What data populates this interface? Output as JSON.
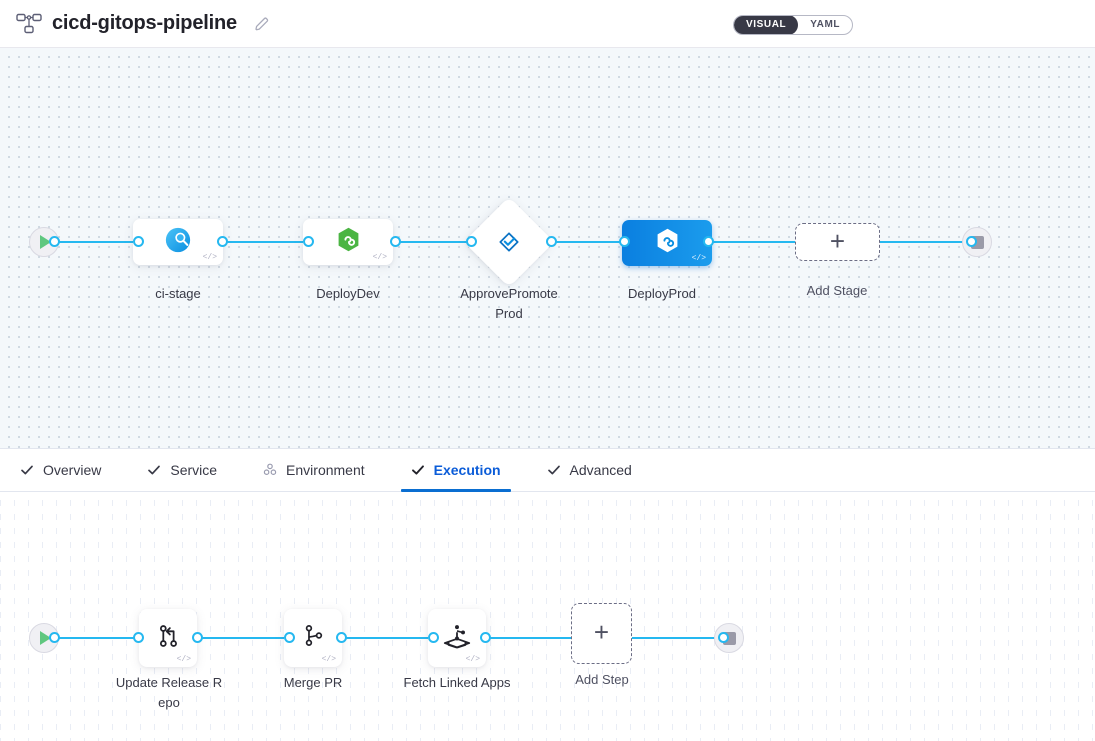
{
  "header": {
    "flow_icon": "pipeline-flow-icon",
    "title": "cicd-gitops-pipeline",
    "edit_icon": "pencil-edit-icon",
    "mode_toggle": {
      "options": [
        {
          "label": "VISUAL",
          "active": true
        },
        {
          "label": "YAML",
          "active": false
        }
      ]
    }
  },
  "stage_graph": {
    "start_node": {
      "icon": "play-icon",
      "name": "pipeline-start"
    },
    "end_node": {
      "icon": "stop-icon",
      "name": "pipeline-end"
    },
    "stages": [
      {
        "label": "ci-stage",
        "icon": "harness-ci-icon",
        "type": "ci",
        "selected": false
      },
      {
        "label": "DeployDev",
        "icon": "harness-deploy-hexagon-icon",
        "type": "deploy",
        "selected": false
      },
      {
        "label": "ApprovePromoteProd",
        "icon": "approval-check-icon",
        "type": "approval",
        "selected": false
      },
      {
        "label": "DeployProd",
        "icon": "harness-deploy-hexagon-icon",
        "type": "deploy",
        "selected": true
      }
    ],
    "add_stage": {
      "label": "Add Stage",
      "icon": "plus-icon"
    },
    "code_badge": "</>"
  },
  "tabs": [
    {
      "label": "Overview",
      "icon": "check-icon",
      "active": false
    },
    {
      "label": "Service",
      "icon": "check-icon",
      "active": false
    },
    {
      "label": "Environment",
      "icon": "infrastructure-icon",
      "active": false
    },
    {
      "label": "Execution",
      "icon": "check-icon",
      "active": true
    },
    {
      "label": "Advanced",
      "icon": "check-icon",
      "active": false
    }
  ],
  "step_graph": {
    "start_node": {
      "icon": "play-icon",
      "name": "execution-start"
    },
    "end_node": {
      "icon": "stop-icon",
      "name": "execution-end"
    },
    "steps": [
      {
        "label": "Update Release Repo",
        "icon": "git-merge-icon"
      },
      {
        "label": "Merge PR",
        "icon": "git-branch-icon"
      },
      {
        "label": "Fetch Linked Apps",
        "icon": "harness-box-icon"
      }
    ],
    "add_step": {
      "label": "Add Step",
      "icon": "plus-icon"
    },
    "code_badge": "</>"
  },
  "colors": {
    "accent_blue": "#0a6ed1",
    "edge_blue": "#25b8f0",
    "selected_stage": "#0a7fe0",
    "start_green": "#5fc77f",
    "end_gray": "#9a9aa8",
    "canvas_bg": "#f4f8fb",
    "text_primary": "#383946"
  }
}
